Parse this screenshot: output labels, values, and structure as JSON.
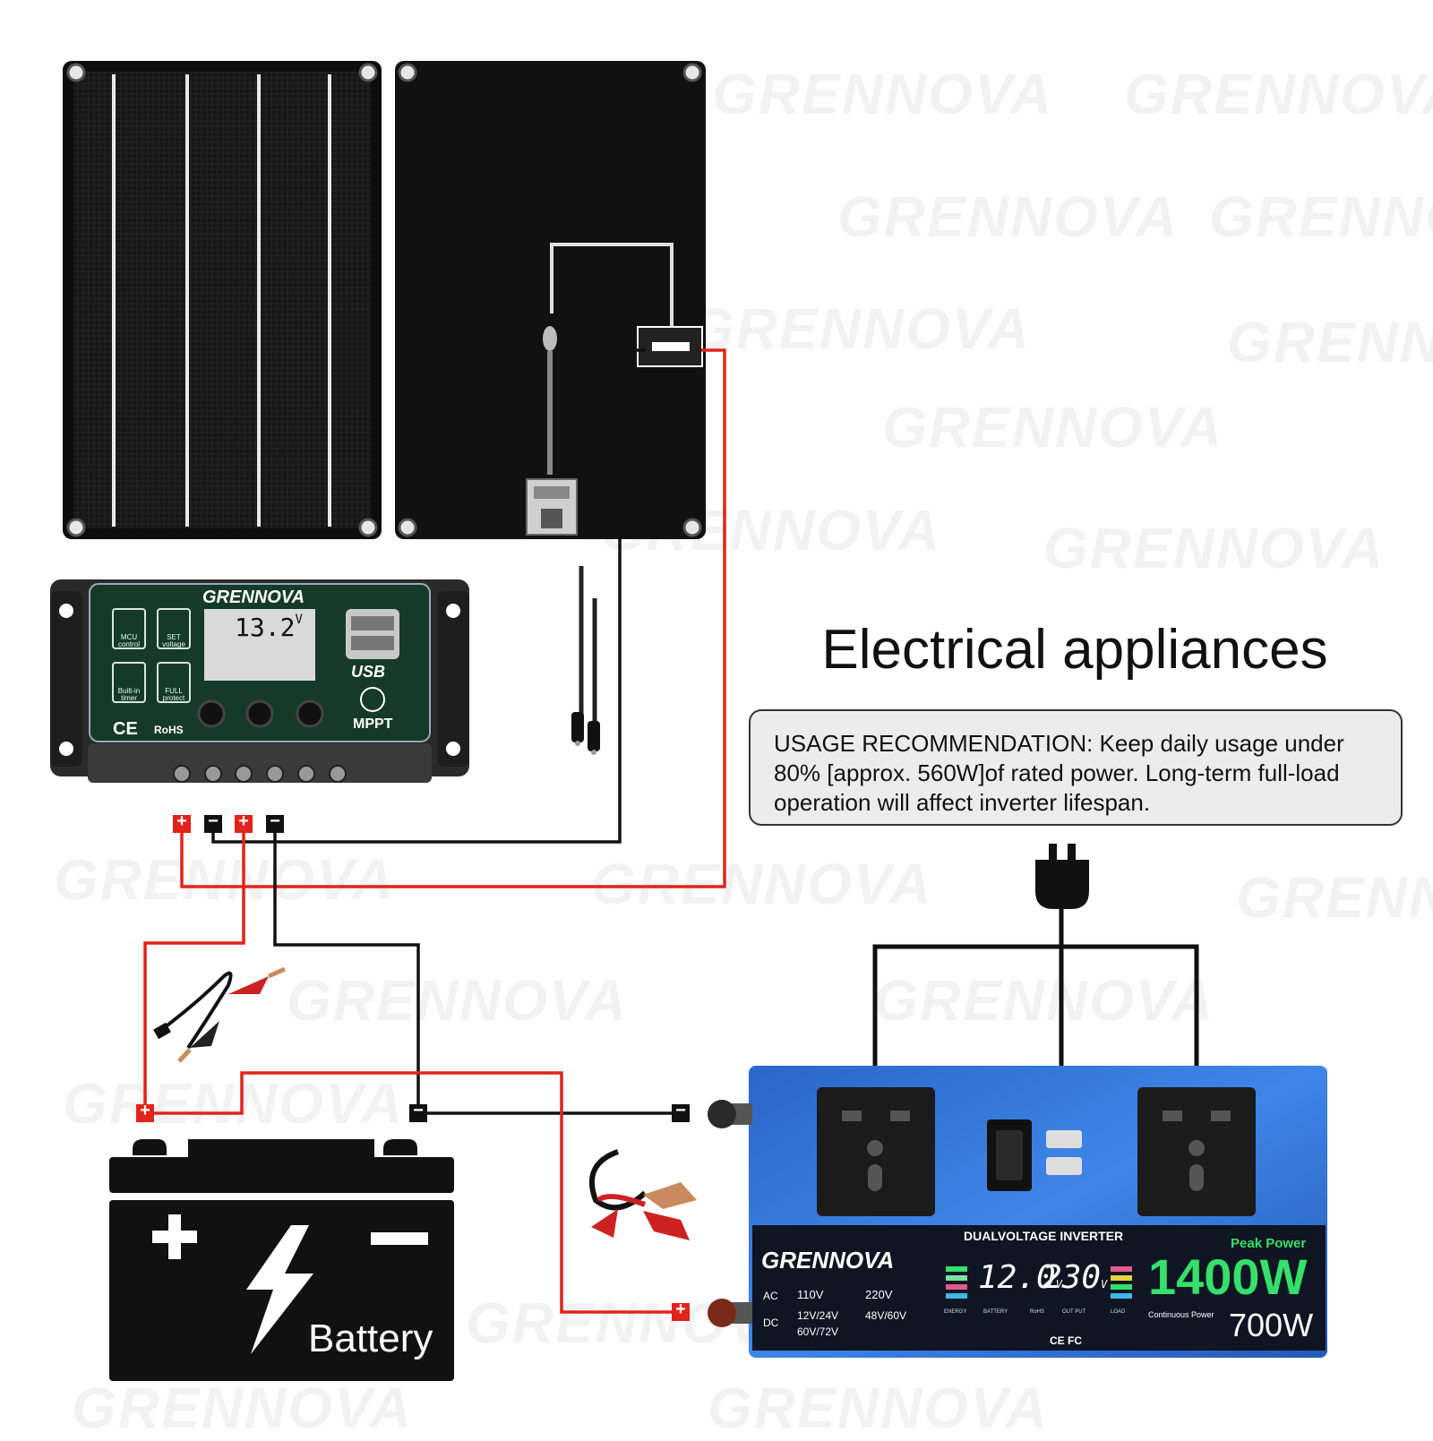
{
  "brand": "GRENNOVA",
  "watermark": "GRENNOVA",
  "heading": "Electrical appliances",
  "usage_recommendation": "USAGE RECOMMENDATION: Keep daily usage under 80% [approx. 560W]of rated power. Long-term full-load operation will affect inverter lifespan.",
  "battery_label": "Battery",
  "controller": {
    "brand": "GRENNOVA",
    "lcd_value": "13.2",
    "lcd_unit": "V",
    "buttons": {
      "mcu": "MCU control",
      "set": "SET voltage",
      "timer": "Built-in timer",
      "protect": "FULL protect"
    },
    "usb_label": "USB",
    "mppt_label": "MPPT",
    "ce": "CE",
    "rohs": "RoHS"
  },
  "inverter": {
    "model_label": "DUALVOLTAGE INVERTER",
    "brand": "GRENNOVA",
    "ac_label": "AC",
    "dc_label": "DC",
    "ac_options": [
      "110V",
      "220V"
    ],
    "dc_options": [
      "12V/24V",
      "48V/60V",
      "60V/72V"
    ],
    "input_voltage": "12.0",
    "output_voltage": "230",
    "voltage_unit": "V",
    "meter_labels": [
      "ENERGY",
      "BATTERY",
      "RoHS",
      "OUT PUT",
      "LOAD"
    ],
    "peak_label": "Peak Power",
    "peak_power": "1400W",
    "continuous_label": "Continuous Power",
    "continuous_power": "700W",
    "certs": "CE FC"
  },
  "terminals": {
    "positive": "+",
    "negative": "−"
  },
  "colors": {
    "wire_red": "#e2231a",
    "wire_black": "#111111",
    "inverter_blue": "#2f6fd6",
    "display_green": "#35e06a",
    "panel": "#141414"
  }
}
